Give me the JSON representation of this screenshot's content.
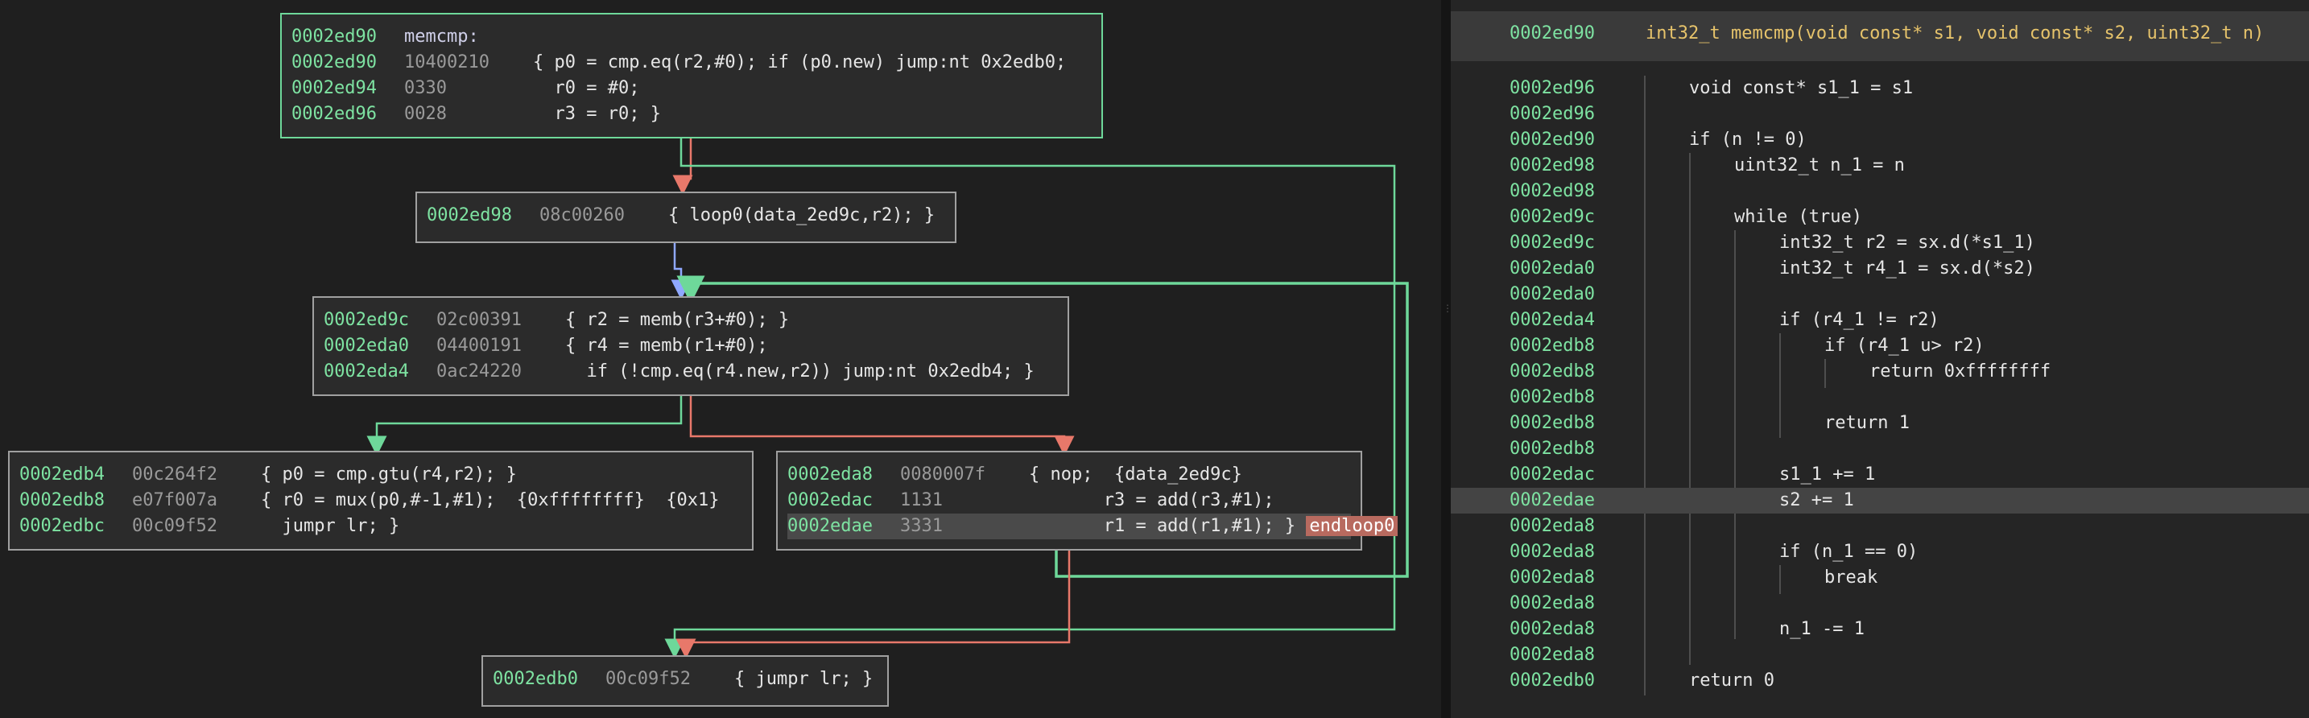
{
  "graph": {
    "blocks": {
      "b1": {
        "label": "0002ed90",
        "label_name": "memcmp:",
        "lines": [
          {
            "addr": "0002ed90",
            "bytes": "10400210",
            "code": "{ p0 = cmp.eq(r2,#0); if (p0.new) jump:nt 0x2edb0;"
          },
          {
            "addr": "0002ed94",
            "bytes": "0330",
            "code": "  r0 = #0;"
          },
          {
            "addr": "0002ed96",
            "bytes": "0028",
            "code": "  r3 = r0; }"
          }
        ]
      },
      "b2": {
        "lines": [
          {
            "addr": "0002ed98",
            "bytes": "08c00260",
            "code": "{ loop0(data_2ed9c,r2); }"
          }
        ]
      },
      "b3": {
        "lines": [
          {
            "addr": "0002ed9c",
            "bytes": "02c00391",
            "code": "{ r2 = memb(r3+#0); }"
          },
          {
            "addr": "0002eda0",
            "bytes": "04400191",
            "code": "{ r4 = memb(r1+#0);"
          },
          {
            "addr": "0002eda4",
            "bytes": "0ac24220",
            "code": "  if (!cmp.eq(r4.new,r2)) jump:nt 0x2edb4; }"
          }
        ]
      },
      "b4": {
        "lines": [
          {
            "addr": "0002edb4",
            "bytes": "00c264f2",
            "code": "{ p0 = cmp.gtu(r4,r2); }"
          },
          {
            "addr": "0002edb8",
            "bytes": "e07f007a",
            "code": "{ r0 = mux(p0,#-1,#1);  {0xffffffff}  {0x1}"
          },
          {
            "addr": "0002edbc",
            "bytes": "00c09f52",
            "code": "  jumpr lr; }"
          }
        ]
      },
      "b5": {
        "lines": [
          {
            "addr": "0002eda8",
            "bytes": "0080007f",
            "code": "{ nop;  {data_2ed9c}"
          },
          {
            "addr": "0002edac",
            "bytes": "1131",
            "code": "       r3 = add(r3,#1);"
          },
          {
            "addr": "0002edae",
            "bytes": "3331",
            "code": "       r1 = add(r1,#1); }",
            "tag": "endloop0"
          }
        ]
      },
      "b6": {
        "lines": [
          {
            "addr": "0002edb0",
            "bytes": "00c09f52",
            "code": "{ jumpr lr; }"
          }
        ]
      }
    },
    "colors": {
      "true_edge": "#6ed89a",
      "false_edge": "#e8786a",
      "uncond_edge": "#8fa8ff",
      "loop_edge": "#6ed89a"
    }
  },
  "hlil": {
    "header": {
      "addr": "0002ed90",
      "signature": "int32_t memcmp(void const* s1, void const* s2, uint32_t n)"
    },
    "rows": [
      {
        "addr": "0002ed96",
        "code": "void const* s1_1 = s1"
      },
      {
        "addr": "0002ed96",
        "code": ""
      },
      {
        "addr": "0002ed90",
        "code": "if (n != 0)"
      },
      {
        "addr": "0002ed98",
        "code": "uint32_t n_1 = n"
      },
      {
        "addr": "0002ed98",
        "code": ""
      },
      {
        "addr": "0002ed9c",
        "code": "while (true)"
      },
      {
        "addr": "0002ed9c",
        "code": "int32_t r2 = sx.d(*s1_1)"
      },
      {
        "addr": "0002eda0",
        "code": "int32_t r4_1 = sx.d(*s2)"
      },
      {
        "addr": "0002eda0",
        "code": ""
      },
      {
        "addr": "0002eda4",
        "code": "if (r4_1 != r2)"
      },
      {
        "addr": "0002edb8",
        "code": "if (r4_1 u> r2)"
      },
      {
        "addr": "0002edb8",
        "code": "return 0xffffffff"
      },
      {
        "addr": "0002edb8",
        "code": ""
      },
      {
        "addr": "0002edb8",
        "code": "return 1"
      },
      {
        "addr": "0002edb8",
        "code": ""
      },
      {
        "addr": "0002edac",
        "code": "s1_1 += 1"
      },
      {
        "addr": "0002edae",
        "code": "s2 += 1"
      },
      {
        "addr": "0002eda8",
        "code": ""
      },
      {
        "addr": "0002eda8",
        "code": "if (n_1 == 0)"
      },
      {
        "addr": "0002eda8",
        "code": "break"
      },
      {
        "addr": "0002eda8",
        "code": ""
      },
      {
        "addr": "0002eda8",
        "code": "n_1 -= 1"
      },
      {
        "addr": "0002eda8",
        "code": ""
      },
      {
        "addr": "0002edb0",
        "code": "return 0"
      }
    ]
  }
}
